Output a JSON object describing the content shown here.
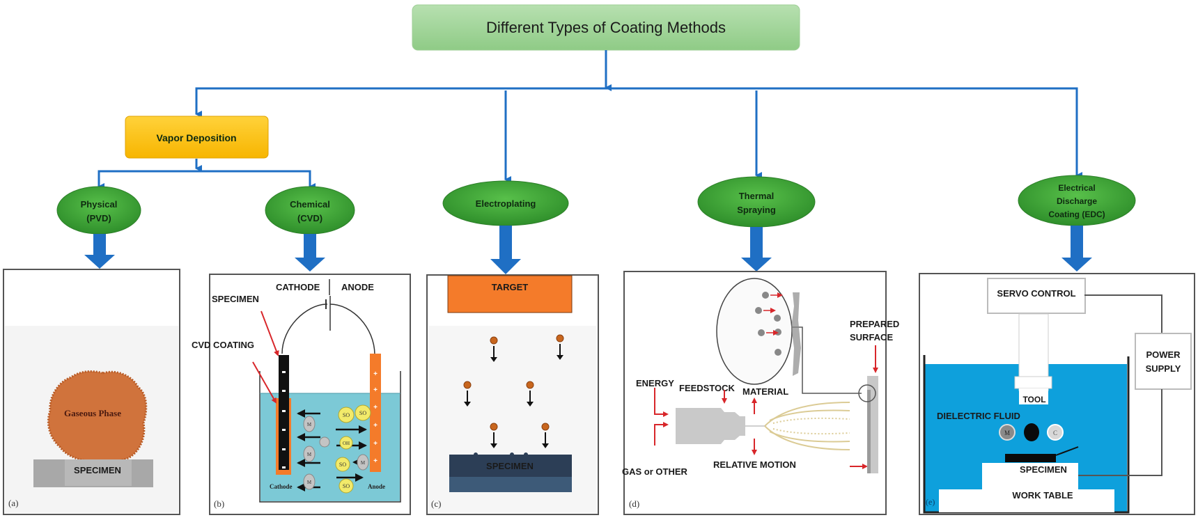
{
  "title": "Different Types of Coating Methods",
  "category_vapor": "Vapor Deposition",
  "methods": {
    "pvd": {
      "line1": "Physical",
      "line2": "(PVD)"
    },
    "cvd": {
      "line1": "Chemical",
      "line2": "(CVD)"
    },
    "electroplating": {
      "line1": "Electroplating"
    },
    "thermal": {
      "line1": "Thermal",
      "line2": "Spraying"
    },
    "edc": {
      "line1": "Electrical",
      "line2": "Discharge",
      "line3": "Coating (EDC)"
    }
  },
  "panels": {
    "a": {
      "tag": "(a)",
      "gaseous": "Gaseous Phase",
      "specimen": "SPECIMEN"
    },
    "b": {
      "tag": "(b)",
      "cathode_top": "CATHODE",
      "anode_top": "ANODE",
      "specimen": "SPECIMEN",
      "cvd_coating": "CVD COATING",
      "cathode_bottom": "Cathode",
      "anode_bottom": "Anode",
      "ion_metal": "M",
      "ion_sulfate": "SO",
      "ion_oh": "OH"
    },
    "c": {
      "tag": "(c)",
      "target": "TARGET",
      "specimen": "SPECIMEN"
    },
    "d": {
      "tag": "(d)",
      "energy": "ENERGY",
      "feedstock": "FEEDSTOCK",
      "material": "MATERIAL",
      "gas": "GAS or OTHER",
      "relative_motion": "RELATIVE MOTION",
      "prepared": "PREPARED",
      "surface": "SURFACE"
    },
    "e": {
      "tag": "(e)",
      "servo": "SERVO CONTROL",
      "power1": "POWER",
      "power2": "SUPPLY",
      "tool": "TOOL",
      "dielectric": "DIELECTRIC FLUID",
      "specimen": "SPECIMEN",
      "work_table": "WORK TABLE",
      "particle_m": "M",
      "particle_c": "C"
    }
  },
  "colors": {
    "connector": "#1f6fc4",
    "title_box": "#a8d8a0",
    "vapor_box": "#ffc20e",
    "method_node": "#3aa135",
    "orange": "#f47b2a",
    "fluid_blue": "#0ea0dc",
    "bath_cyan": "#7cc9d6"
  }
}
